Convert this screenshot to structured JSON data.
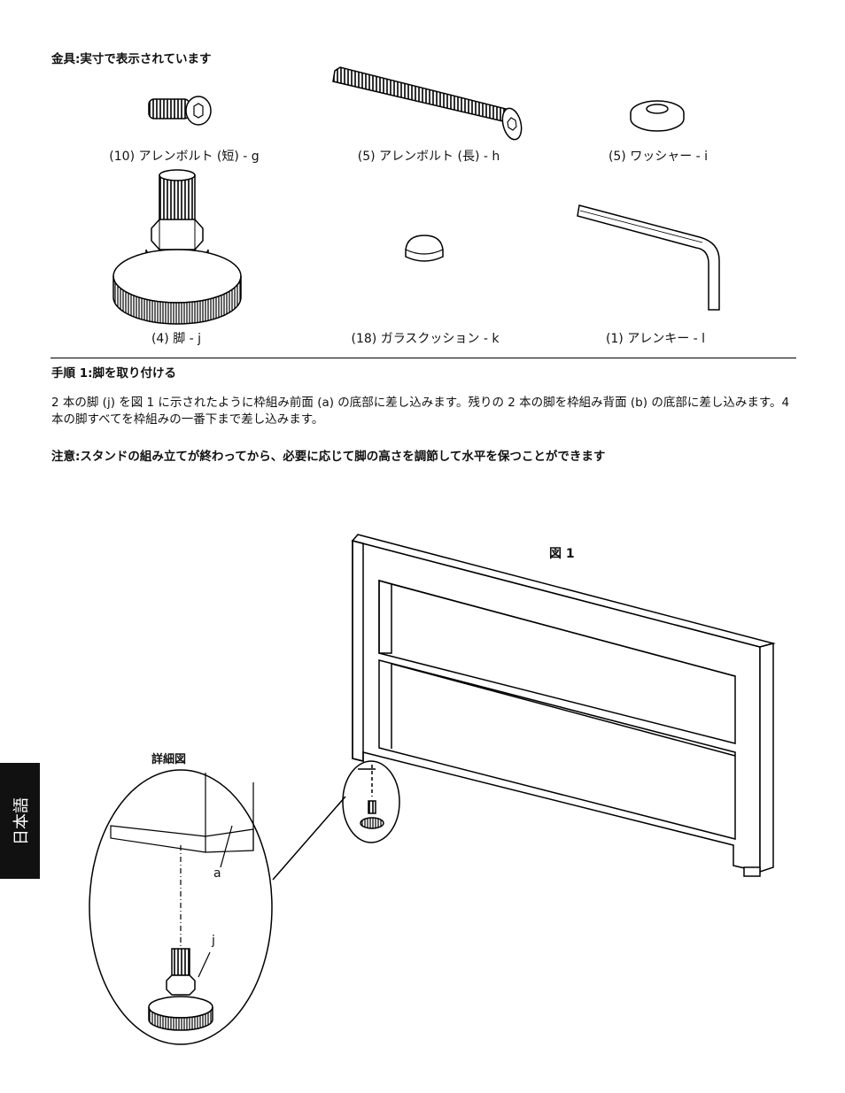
{
  "hardware": {
    "title": "金具:実寸で表示されています",
    "items": [
      {
        "caption": "(10) アレンボルト (短) - g",
        "icon": "short-allen-bolt"
      },
      {
        "caption": "(5) アレンボルト (長) - h",
        "icon": "long-allen-bolt"
      },
      {
        "caption": "(5) ワッシャー - i",
        "icon": "washer"
      },
      {
        "caption": "(4) 脚 - j",
        "icon": "leveling-foot"
      },
      {
        "caption": "(18) ガラスクッション - k",
        "icon": "glass-cushion"
      },
      {
        "caption": "(1) アレンキー - l",
        "icon": "allen-key"
      }
    ]
  },
  "step1": {
    "title": "手順 1:脚を取り付ける",
    "body": "2 本の脚 (j) を図 1 に示されたように枠組み前面 (a) の底部に差し込みます。残りの 2 本の脚を枠組み背面 (b) の底部に差し込みます。4 本の脚すべてを枠組みの一番下まで差し込みます。",
    "note": "注意:スタンドの組み立てが終わってから、必要に応じて脚の高さを調節して水平を保つことができます"
  },
  "figure": {
    "label": "図 1",
    "detail_label": "詳細図",
    "part_a": "a",
    "part_j": "j"
  },
  "side_tab": {
    "label": "日本語"
  }
}
